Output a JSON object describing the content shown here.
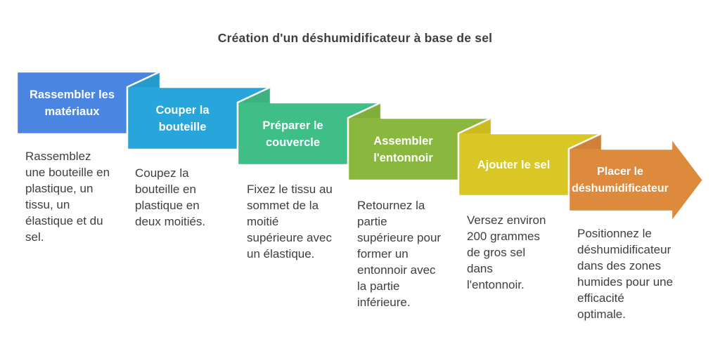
{
  "title": "Création d'un déshumidificateur à base de sel",
  "colors": {
    "background": "#ffffff",
    "text": "#3c4043",
    "step_title_text": "#ffffff"
  },
  "steps": [
    {
      "title": "Rassembler les\nmatériaux",
      "description": "Rassemblez\nune bouteille en\nplastique, un\ntissu, un\nélastique et du\nsel.",
      "color": "#4a85e2"
    },
    {
      "title": "Couper la\nbouteille",
      "description": "Coupez la\nbouteille en\nplastique en\ndeux moitiés.",
      "color": "#28a5da"
    },
    {
      "title": "Préparer le\ncouvercle",
      "description": "Fixez le tissu au\nsommet de la\nmoitié\nsupérieure avec\nun élastique.",
      "color": "#3fbe88"
    },
    {
      "title": "Assembler\nl'entonnoir",
      "description": "Retournez la\npartie\nsupérieure pour\nformer un\nentonnoir avec\nla partie\ninférieure.",
      "color": "#8ab83e"
    },
    {
      "title": "Ajouter le sel",
      "description": "Versez environ\n200 grammes\nde gros sel\ndans\nl'entonnoir.",
      "color": "#d8c724"
    },
    {
      "title": "Placer le\ndéshumidificateur",
      "description": "Positionnez le\ndéshumidificateur\ndans des zones\nhumides pour une\nefficacité\noptimale.",
      "color": "#dd8a3d"
    }
  ]
}
